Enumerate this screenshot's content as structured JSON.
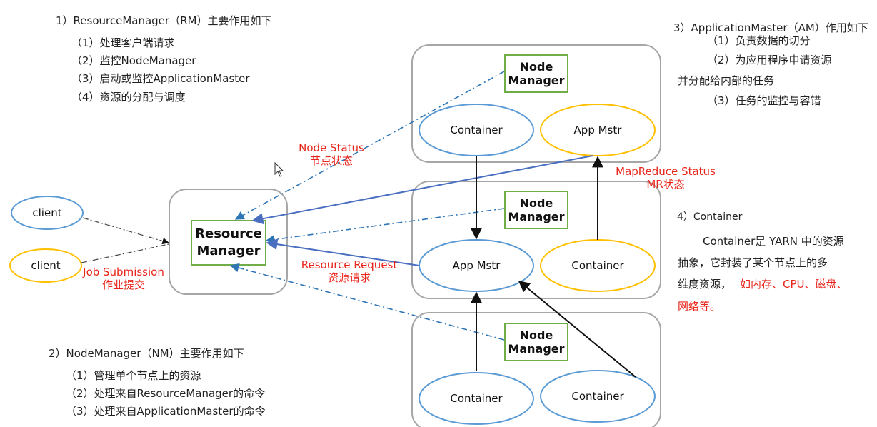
{
  "left_notes": {
    "rm": {
      "heading": "1）ResourceManager（RM）主要作用如下",
      "items": [
        "（1）处理客户端请求",
        "（2）监控NodeManager",
        "（3）启动或监控ApplicationMaster",
        "（4）资源的分配与调度"
      ]
    },
    "nm": {
      "heading": "2）NodeManager（NM）主要作用如下",
      "items": [
        "（1）管理单个节点上的资源",
        "（2）处理来自ResourceManager的命令",
        "（3）处理来自ApplicationMaster的命令"
      ]
    }
  },
  "right_notes": {
    "am": {
      "heading": "3）ApplicationMaster（AM）作用如下",
      "items": [
        "（1）负责数据的切分",
        "（2）为应用程序申请资源",
        "并分配给内部的任务",
        "（3）任务的监控与容错"
      ]
    },
    "container": {
      "heading": "4）Container",
      "body_lines": [
        "Container是 YARN 中的资源",
        "抽象，它封装了某个节点上的多",
        "维度资源，"
      ],
      "highlight_lines": [
        "如内存、CPU、磁盘、",
        "网络等。"
      ]
    }
  },
  "diagram": {
    "clients": [
      "client",
      "client"
    ],
    "resource_manager": "Resource Manager",
    "node_manager": "Node Manager",
    "node_manager_top": "Node",
    "node_manager_bottom": "Manager",
    "rm_top": "Resource",
    "rm_bottom": "Manager",
    "container": "Container",
    "app_mstr": "App Mstr",
    "labels": {
      "node_status_en": "Node Status",
      "node_status_zh": "节点状态",
      "job_submission_en": "Job Submission",
      "job_submission_zh": "作业提交",
      "resource_request_en": "Resource Request",
      "resource_request_zh": "资源请求",
      "mr_status_en": "MapReduce Status",
      "mr_status_zh": "MR状态"
    }
  },
  "colors": {
    "blue_line": "#4a6fc1",
    "dashdot_line": "#2e75b6",
    "green_box": "#70ad47",
    "client_blue": "#5b9bd5",
    "client_orange": "#ffc000",
    "label_red": "#e8261c"
  }
}
